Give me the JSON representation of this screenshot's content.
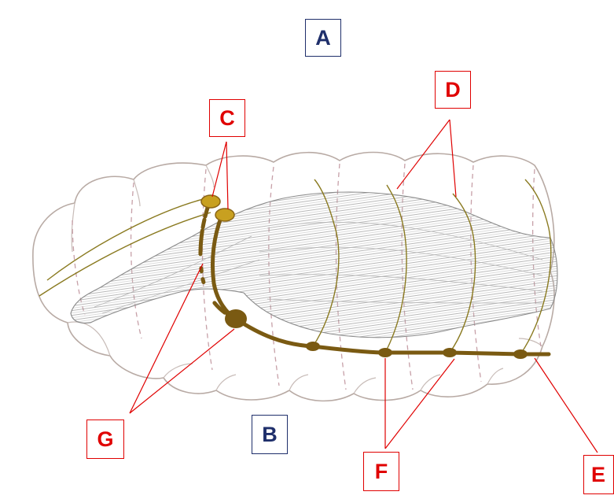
{
  "diagram": {
    "colors": {
      "nerve": "#7a5a12",
      "nerve_ganglion": "#8a6516",
      "brain_lobe": "#c8a020",
      "segment_outline": "#b8aaa4",
      "septum": "#c7a0a8",
      "gut_hatch": "#9a9a9a",
      "peripheral_nerve": "#8a7a20",
      "leader_line": "#e00000",
      "label_red": "#e00000",
      "label_navy": "#1f2f6b"
    },
    "labels": {
      "A": "A",
      "B": "B",
      "C": "C",
      "D": "D",
      "E": "E",
      "F": "F",
      "G": "G"
    }
  }
}
